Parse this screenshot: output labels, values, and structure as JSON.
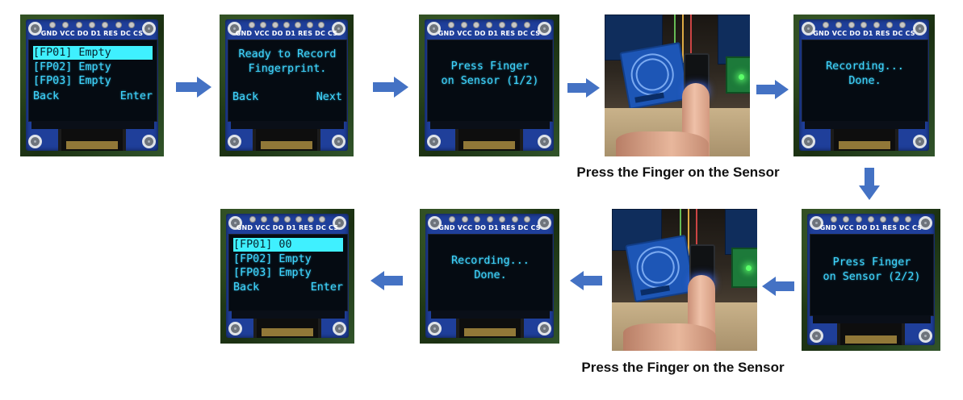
{
  "oled_header_label": "GND VCC DO D1 RES DC CS",
  "top_row": {
    "screen1": {
      "menu": [
        "[FP01] Empty",
        "[FP02] Empty",
        "[FP03] Empty"
      ],
      "selected_index": 0,
      "softkey_left": "Back",
      "softkey_right": "Enter"
    },
    "screen2": {
      "lines": [
        "Ready to Record",
        "Fingerprint."
      ],
      "softkey_left": "Back",
      "softkey_right": "Next"
    },
    "screen3": {
      "lines": [
        "Press Finger",
        "on Sensor (1/2)"
      ]
    },
    "screen5": {
      "lines": [
        "Recording...",
        "Done."
      ]
    },
    "photo_caption": "Press the Finger on the Sensor"
  },
  "bottom_row": {
    "screen6": {
      "lines": [
        "Press Finger",
        "on Sensor (2/2)"
      ]
    },
    "screen8": {
      "lines": [
        "Recording...",
        "Done."
      ]
    },
    "screen9": {
      "menu": [
        "[FP01] 00",
        "[FP02] Empty",
        "[FP03] Empty"
      ],
      "selected_index": 0,
      "softkey_left": "Back",
      "softkey_right": "Enter"
    },
    "photo_caption": "Press the Finger on the Sensor"
  },
  "colors": {
    "arrow": "#4472c4",
    "oled_text": "#3fd6ff",
    "oled_highlight": "#3ff0ff",
    "pcb": "#1f3f9a"
  },
  "arrow_directions": [
    "right",
    "right",
    "right",
    "right",
    "down",
    "left",
    "left",
    "left"
  ]
}
